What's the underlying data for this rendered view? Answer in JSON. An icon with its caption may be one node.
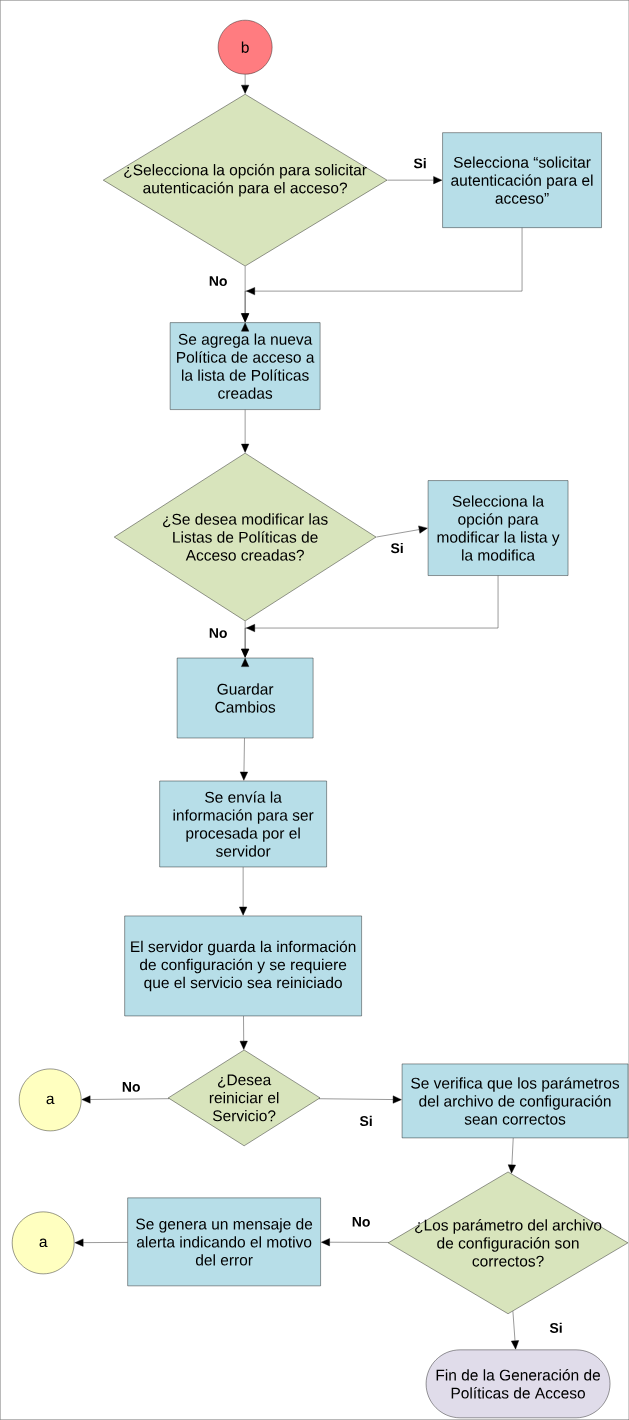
{
  "diagram": {
    "nodes": [
      {
        "text": [
          "b"
        ]
      },
      {
        "text": [
          "¿Selecciona la opción para solicitar autenticación para el acceso?"
        ]
      },
      {
        "text": [
          "Selecciona “solicitar autenticación para el acceso”"
        ]
      },
      {
        "text": [
          "Se agrega la nueva Política de acceso a la lista de Políticas creadas"
        ]
      },
      {
        "text": [
          "¿Se desea modificar las Listas de Políticas de Acceso creadas?"
        ]
      },
      {
        "text": [
          "Selecciona la opción para modificar la lista y la modifica"
        ]
      },
      {
        "text": [
          "Guardar Cambios"
        ]
      },
      {
        "text": [
          "Se envía la información para ser procesada por el servidor"
        ]
      },
      {
        "text": [
          "El servidor guarda la información de configuración y se requiere que el servicio sea reiniciado"
        ]
      },
      {
        "text": [
          "¿Desea reiniciar el Servicio?"
        ]
      },
      {
        "text": [
          "a"
        ]
      },
      {
        "text": [
          "Se verifica que los parámetros del archivo de configuración sean correctos"
        ]
      },
      {
        "text": [
          "¿Los parámetro del archivo de configuración son correctos?"
        ]
      },
      {
        "text": [
          "Se genera un mensaje de alerta indicando el motivo del error"
        ]
      },
      {
        "text": [
          "a"
        ]
      },
      {
        "text": [
          "Fin de la Generación de Políticas de Acceso"
        ]
      }
    ],
    "edges": [
      {
        "from": 0,
        "to": 1,
        "arrow": "to"
      },
      {
        "from": 1,
        "to": 2,
        "arrow": "to",
        "label": "Si"
      },
      {
        "from": 2,
        "to": 3,
        "arrow": "to"
      },
      {
        "from": 1,
        "to": 3,
        "arrow": "to",
        "label": "No"
      },
      {
        "from": 3,
        "to": 4,
        "arrow": "to"
      },
      {
        "from": 4,
        "to": 5,
        "arrow": "to",
        "label": "Si"
      },
      {
        "from": 5,
        "to": 6,
        "arrow": "to"
      },
      {
        "from": 4,
        "to": 6,
        "arrow": "to",
        "label": "No"
      },
      {
        "from": 6,
        "to": 7,
        "arrow": "to"
      },
      {
        "from": 7,
        "to": 8,
        "arrow": "to"
      },
      {
        "from": 8,
        "to": 9,
        "arrow": "to"
      },
      {
        "from": 9,
        "to": 10,
        "arrow": "to",
        "label": "No"
      },
      {
        "from": 9,
        "to": 11,
        "arrow": "to",
        "label": "Si"
      },
      {
        "from": 11,
        "to": 12,
        "arrow": "to"
      },
      {
        "from": 12,
        "to": 13,
        "arrow": "to",
        "label": "No"
      },
      {
        "from": 13,
        "to": 14,
        "arrow": "to"
      },
      {
        "from": 12,
        "to": 15,
        "arrow": "to",
        "label": "Si"
      }
    ]
  }
}
